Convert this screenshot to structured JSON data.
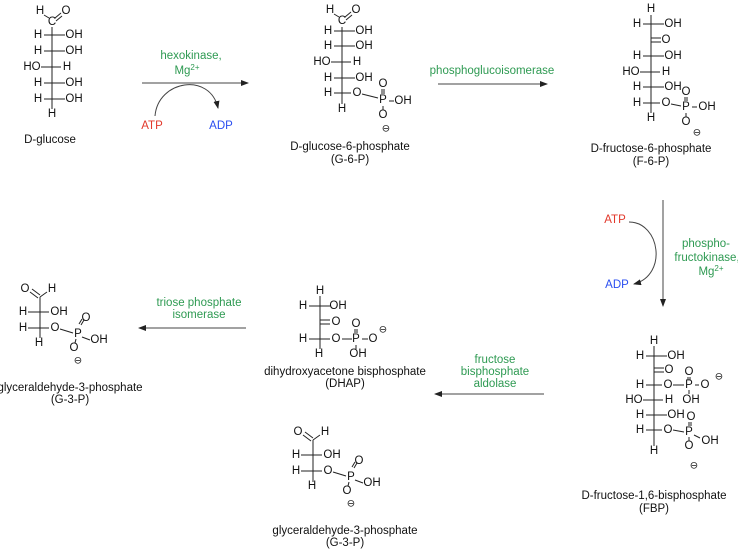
{
  "colors": {
    "enzyme": "#2e9a52",
    "atp": "#e2382b",
    "adp": "#2a4ef0"
  },
  "cofactors": {
    "atp": "ATP",
    "adp": "ADP",
    "mg": "Mg",
    "mg_charge": "2+"
  },
  "steps": [
    {
      "enzyme": [
        "hexokinase,"
      ],
      "has_mg": true
    },
    {
      "enzyme": [
        "phosphoglucoisomerase"
      ]
    },
    {
      "enzyme": [
        "phospho-",
        "fructokinase,"
      ],
      "has_mg": true
    },
    {
      "enzyme": [
        "fructose",
        "bisphosphate",
        "aldolase"
      ]
    },
    {
      "enzyme": [
        "triose phosphate",
        "isomerase"
      ]
    }
  ],
  "molecules": [
    {
      "name": "D-glucose",
      "atoms": [
        "H",
        "C",
        "O",
        "H",
        "OH",
        "H",
        "OH",
        "HO",
        "H",
        "H",
        "OH",
        "H",
        "OH",
        "H"
      ]
    },
    {
      "name": "D-glucose-6-phosphate",
      "abbr": "(G-6-P)",
      "atoms": [
        "H",
        "C",
        "O",
        "H",
        "OH",
        "H",
        "OH",
        "HO",
        "H",
        "H",
        "OH",
        "H",
        "O",
        "P",
        "O",
        "O",
        "OH",
        "H",
        "⊖"
      ]
    },
    {
      "name": "D-fructose-6-phosphate",
      "abbr": "(F-6-P)",
      "atoms": [
        "H",
        "H",
        "OH",
        "O",
        "H",
        "OH",
        "HO",
        "H",
        "H",
        "OH",
        "H",
        "O",
        "P",
        "O",
        "O",
        "OH",
        "H",
        "⊖"
      ]
    },
    {
      "name": "D-fructose-1,6-bisphosphate",
      "abbr": "(FBP)",
      "atoms": [
        "H",
        "H",
        "OH",
        "O",
        "H",
        "O",
        "P",
        "O",
        "O",
        "OH",
        "⊖",
        "HO",
        "H",
        "H",
        "OH",
        "H",
        "O",
        "P",
        "O",
        "O",
        "OH",
        "H",
        "⊖"
      ]
    },
    {
      "name": "dihydroxyacetone bisphosphate",
      "abbr": "(DHAP)",
      "atoms": [
        "H",
        "H",
        "OH",
        "O",
        "H",
        "O",
        "P",
        "O",
        "O",
        "OH",
        "⊖",
        "H"
      ]
    },
    {
      "name": "glyceraldehyde-3-phosphate",
      "abbr": "(G-3-P)",
      "atoms": [
        "O",
        "H",
        "H",
        "OH",
        "H",
        "O",
        "P",
        "O",
        "OH",
        "O",
        "⊖",
        "H"
      ]
    },
    {
      "name": "glyceraldehyde-3-phosphate",
      "abbr": "(G-3-P)",
      "atoms": [
        "O",
        "H",
        "H",
        "OH",
        "H",
        "O",
        "P",
        "O",
        "OH",
        "O",
        "⊖",
        "H"
      ]
    }
  ]
}
